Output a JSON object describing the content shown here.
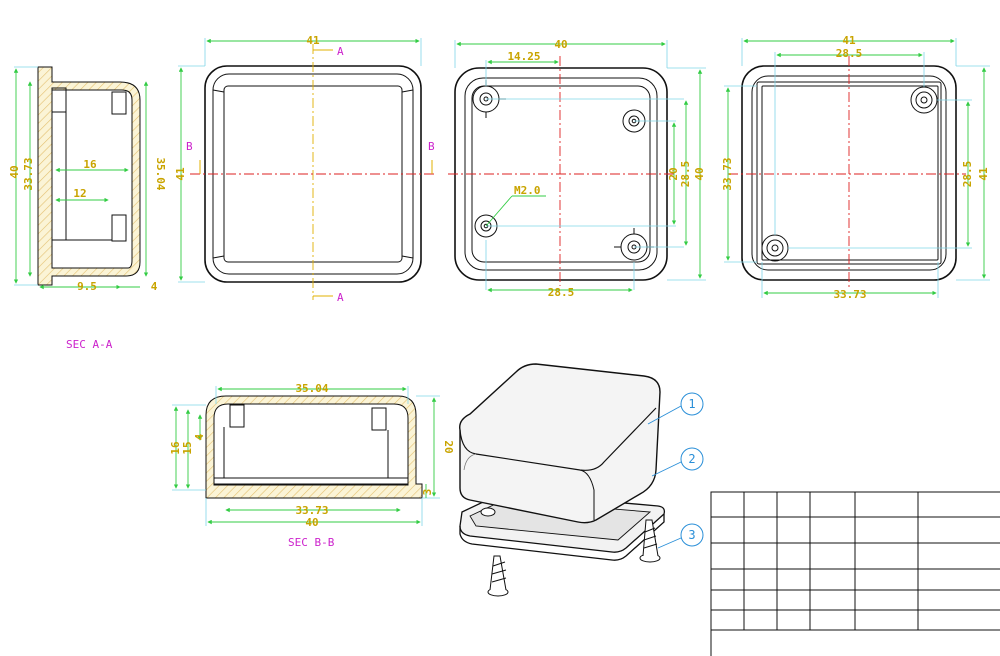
{
  "views": {
    "side_section": {
      "dims": {
        "height_outer": "40",
        "height_inner": "33.73",
        "inner_16": "16",
        "inner_12": "12",
        "right_35": "35.04",
        "bottom_95": "9.5",
        "bottom_4": "4"
      }
    },
    "top_view": {
      "dims": {
        "width": "41",
        "height": "41"
      },
      "markers": {
        "a_top": "A",
        "a_bottom": "A",
        "b_left": "B",
        "b_right": "B"
      }
    },
    "inside_view": {
      "dims": {
        "width": "40",
        "offset": "14.25",
        "hole_span_v": "20",
        "hole_span_b": "28.5",
        "height": "40",
        "bottom_span": "28.5",
        "screw": "M2.0"
      }
    },
    "base_view": {
      "dims": {
        "width": "41",
        "hole_span": "28.5",
        "height_left": "33.73",
        "right_span": "28.5",
        "right_height": "41",
        "bottom_span": "33.73"
      }
    },
    "section_aa": {
      "label": "SEC A-A"
    },
    "section_bb": {
      "label": "SEC B-B",
      "dims": {
        "top": "35.04",
        "h16": "16",
        "h15": "15",
        "h4": "4",
        "h20": "20",
        "h3": "3",
        "inner": "33.73",
        "bottom": "40"
      }
    },
    "callouts": [
      "1",
      "2",
      "3"
    ]
  },
  "title_block": {
    "rows": 6,
    "cols": 7
  }
}
